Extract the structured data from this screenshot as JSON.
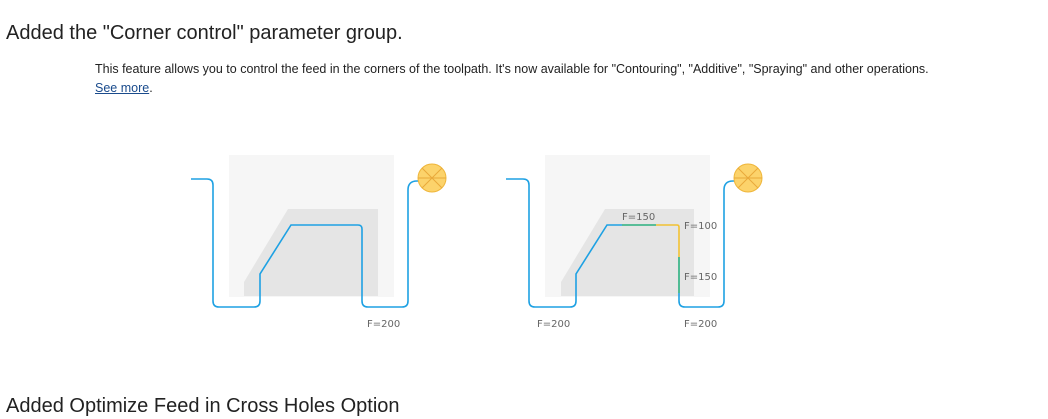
{
  "section": {
    "heading": "Added the \"Corner control\" parameter group.",
    "description": "This feature allows you to control the feed in the corners of the toolpath. It's now available for \"Contouring\", \"Additive\", \"Spraying\" and other operations.",
    "see_more_label": "See more",
    "see_more_suffix": "."
  },
  "figure": {
    "left_diagram": {
      "feed_labels": [
        "F=200"
      ]
    },
    "right_diagram": {
      "feed_labels": [
        "F=150",
        "F=100",
        "F=150",
        "F=200",
        "F=200"
      ]
    },
    "colors": {
      "path": "#1ea1e3",
      "corner_slow": "#f2c233",
      "corner_mid": "#2bb07f",
      "part_fill": "#e5e5e5",
      "stock_fill": "#f6f6f6",
      "tool_fill": "#fcd36b"
    }
  },
  "next_section": {
    "heading": "Added Optimize Feed in Cross Holes Option"
  }
}
